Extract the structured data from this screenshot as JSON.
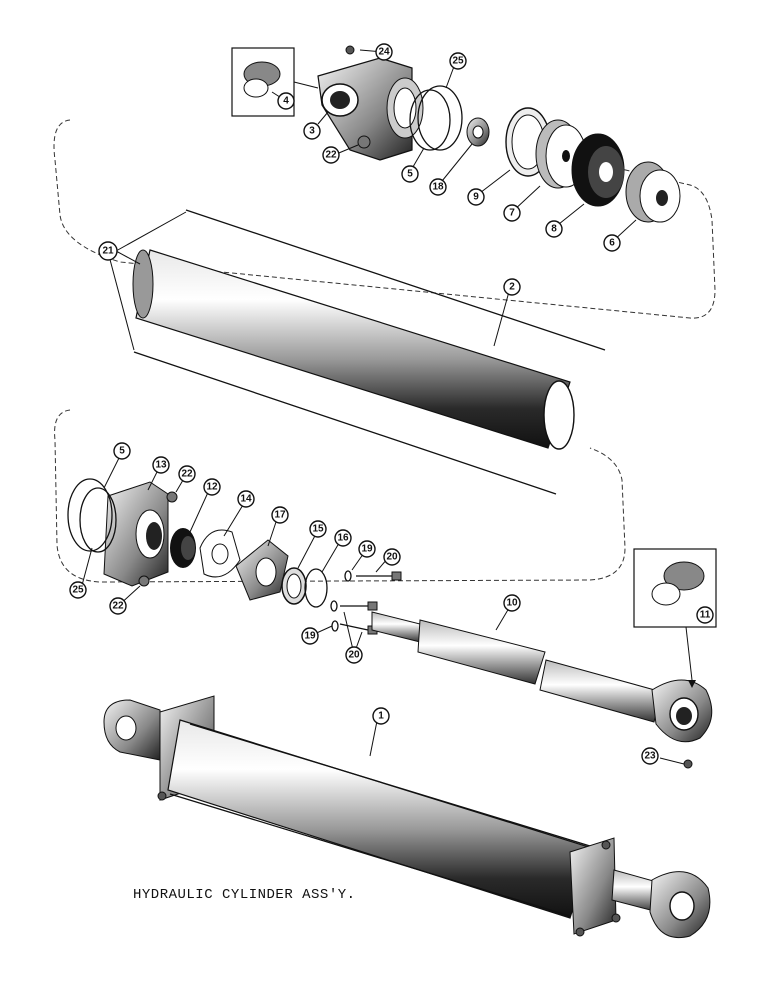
{
  "title": "HYDRAULIC CYLINDER ASS'Y.",
  "callouts": {
    "c1": "1",
    "c2": "2",
    "c3": "3",
    "c4": "4",
    "c5a": "5",
    "c5b": "5",
    "c6": "6",
    "c7": "7",
    "c8": "8",
    "c9": "9",
    "c10": "10",
    "c11": "11",
    "c12": "12",
    "c13": "13",
    "c14": "14",
    "c15": "15",
    "c16": "16",
    "c17": "17",
    "c18": "18",
    "c19a": "19",
    "c19b": "19",
    "c20a": "20",
    "c20b": "20",
    "c21": "21",
    "c22a": "22",
    "c22b": "22",
    "c22c": "22",
    "c23": "23",
    "c24": "24",
    "c25a": "25",
    "c25b": "25"
  }
}
